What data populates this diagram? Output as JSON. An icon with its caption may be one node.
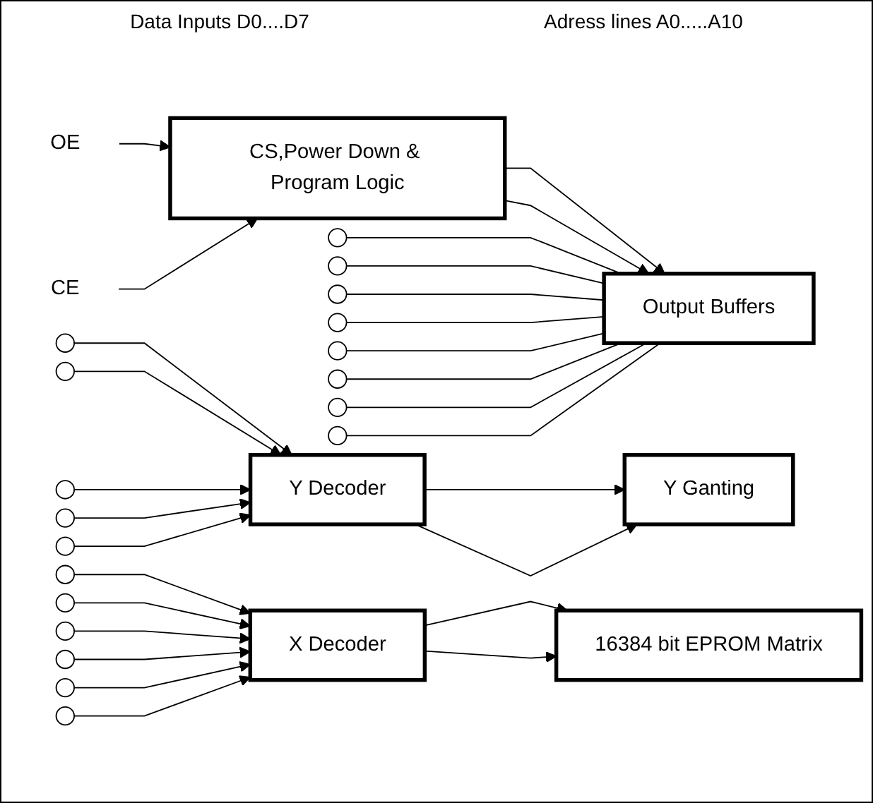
{
  "diagram": {
    "nodes": [
      {
        "text": [
          "OE"
        ]
      },
      {
        "text": [
          "CE"
        ]
      },
      {
        "text": [
          "CS,Power Down & Program Logic"
        ]
      },
      {
        "text": [],
        "shape": "circle"
      },
      {
        "text": [],
        "shape": "circle"
      },
      {
        "text": [],
        "shape": "circle"
      },
      {
        "text": [],
        "shape": "circle"
      },
      {
        "text": [],
        "shape": "circle"
      },
      {
        "text": [],
        "shape": "circle"
      },
      {
        "text": [],
        "shape": "circle"
      },
      {
        "text": [],
        "shape": "circle"
      },
      {
        "text": [
          "Output Buffers"
        ]
      },
      {
        "text": [],
        "shape": "circle"
      },
      {
        "text": [],
        "shape": "circle"
      },
      {
        "text": [],
        "shape": "circle"
      },
      {
        "text": [],
        "shape": "circle"
      },
      {
        "text": [],
        "shape": "circle"
      },
      {
        "text": [],
        "shape": "circle"
      },
      {
        "text": [],
        "shape": "circle"
      },
      {
        "text": [],
        "shape": "circle"
      },
      {
        "text": [],
        "shape": "circle"
      },
      {
        "text": [],
        "shape": "circle"
      },
      {
        "text": [],
        "shape": "circle"
      },
      {
        "text": [
          "Y Decoder"
        ]
      },
      {
        "text": [
          "X Decoder"
        ]
      },
      {
        "text": [
          "Y Ganting"
        ]
      },
      {
        "text": [
          "16384 bit EPROM Matrix"
        ]
      }
    ],
    "edges": [
      {
        "from": 0,
        "to": 2,
        "arrow": "to"
      },
      {
        "from": 1,
        "to": 2,
        "arrow": "to"
      },
      {
        "from": 2,
        "to": 11,
        "arrow": "to"
      },
      {
        "from": 2,
        "to": 11,
        "arrow": "to"
      },
      {
        "from": 3,
        "to": 11,
        "arrow": "none"
      },
      {
        "from": 4,
        "to": 11,
        "arrow": "none"
      },
      {
        "from": 5,
        "to": 11,
        "arrow": "none"
      },
      {
        "from": 6,
        "to": 11,
        "arrow": "none"
      },
      {
        "from": 7,
        "to": 11,
        "arrow": "none"
      },
      {
        "from": 8,
        "to": 11,
        "arrow": "none"
      },
      {
        "from": 9,
        "to": 11,
        "arrow": "none"
      },
      {
        "from": 10,
        "to": 11,
        "arrow": "none"
      },
      {
        "from": 12,
        "to": 23,
        "arrow": "to"
      },
      {
        "from": 13,
        "to": 23,
        "arrow": "to"
      },
      {
        "from": 14,
        "to": 23,
        "arrow": "to"
      },
      {
        "from": 15,
        "to": 23,
        "arrow": "to"
      },
      {
        "from": 16,
        "to": 23,
        "arrow": "to"
      },
      {
        "from": 17,
        "to": 24,
        "arrow": "to"
      },
      {
        "from": 18,
        "to": 24,
        "arrow": "to"
      },
      {
        "from": 19,
        "to": 24,
        "arrow": "to"
      },
      {
        "from": 20,
        "to": 24,
        "arrow": "to"
      },
      {
        "from": 21,
        "to": 24,
        "arrow": "to"
      },
      {
        "from": 22,
        "to": 24,
        "arrow": "to"
      },
      {
        "from": 23,
        "to": 25,
        "arrow": "to"
      },
      {
        "from": 23,
        "to": 25,
        "arrow": "to"
      },
      {
        "from": 24,
        "to": 26,
        "arrow": "to"
      },
      {
        "from": 24,
        "to": 26,
        "arrow": "to"
      }
    ],
    "labels": [
      "Data Inputs D0....D7",
      "Adress lines A0.....A10"
    ]
  }
}
